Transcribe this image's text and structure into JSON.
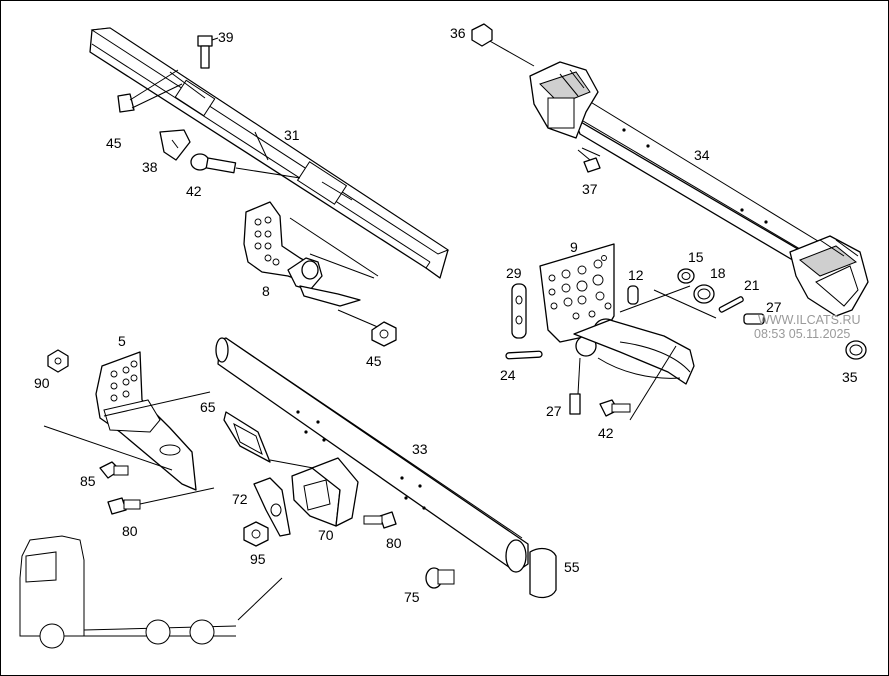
{
  "callouts": {
    "c39": "39",
    "c45a": "45",
    "c38": "38",
    "c31": "31",
    "c42a": "42",
    "c8": "8",
    "c45b": "45",
    "c36": "36",
    "c34": "34",
    "c37": "37",
    "c9": "9",
    "c29": "29",
    "c12": "12",
    "c15": "15",
    "c18": "18",
    "c21": "21",
    "c27a": "27",
    "c35": "35",
    "c24": "24",
    "c27b": "27",
    "c42b": "42",
    "c5": "5",
    "c90": "90",
    "c65": "65",
    "c33": "33",
    "c85": "85",
    "c72": "72",
    "c80a": "80",
    "c70": "70",
    "c80b": "80",
    "c95": "95",
    "c75": "75",
    "c55": "55"
  },
  "watermark": {
    "line1": "WWW.ILCATS.RU",
    "line2": "08:53 05.11.2025"
  }
}
